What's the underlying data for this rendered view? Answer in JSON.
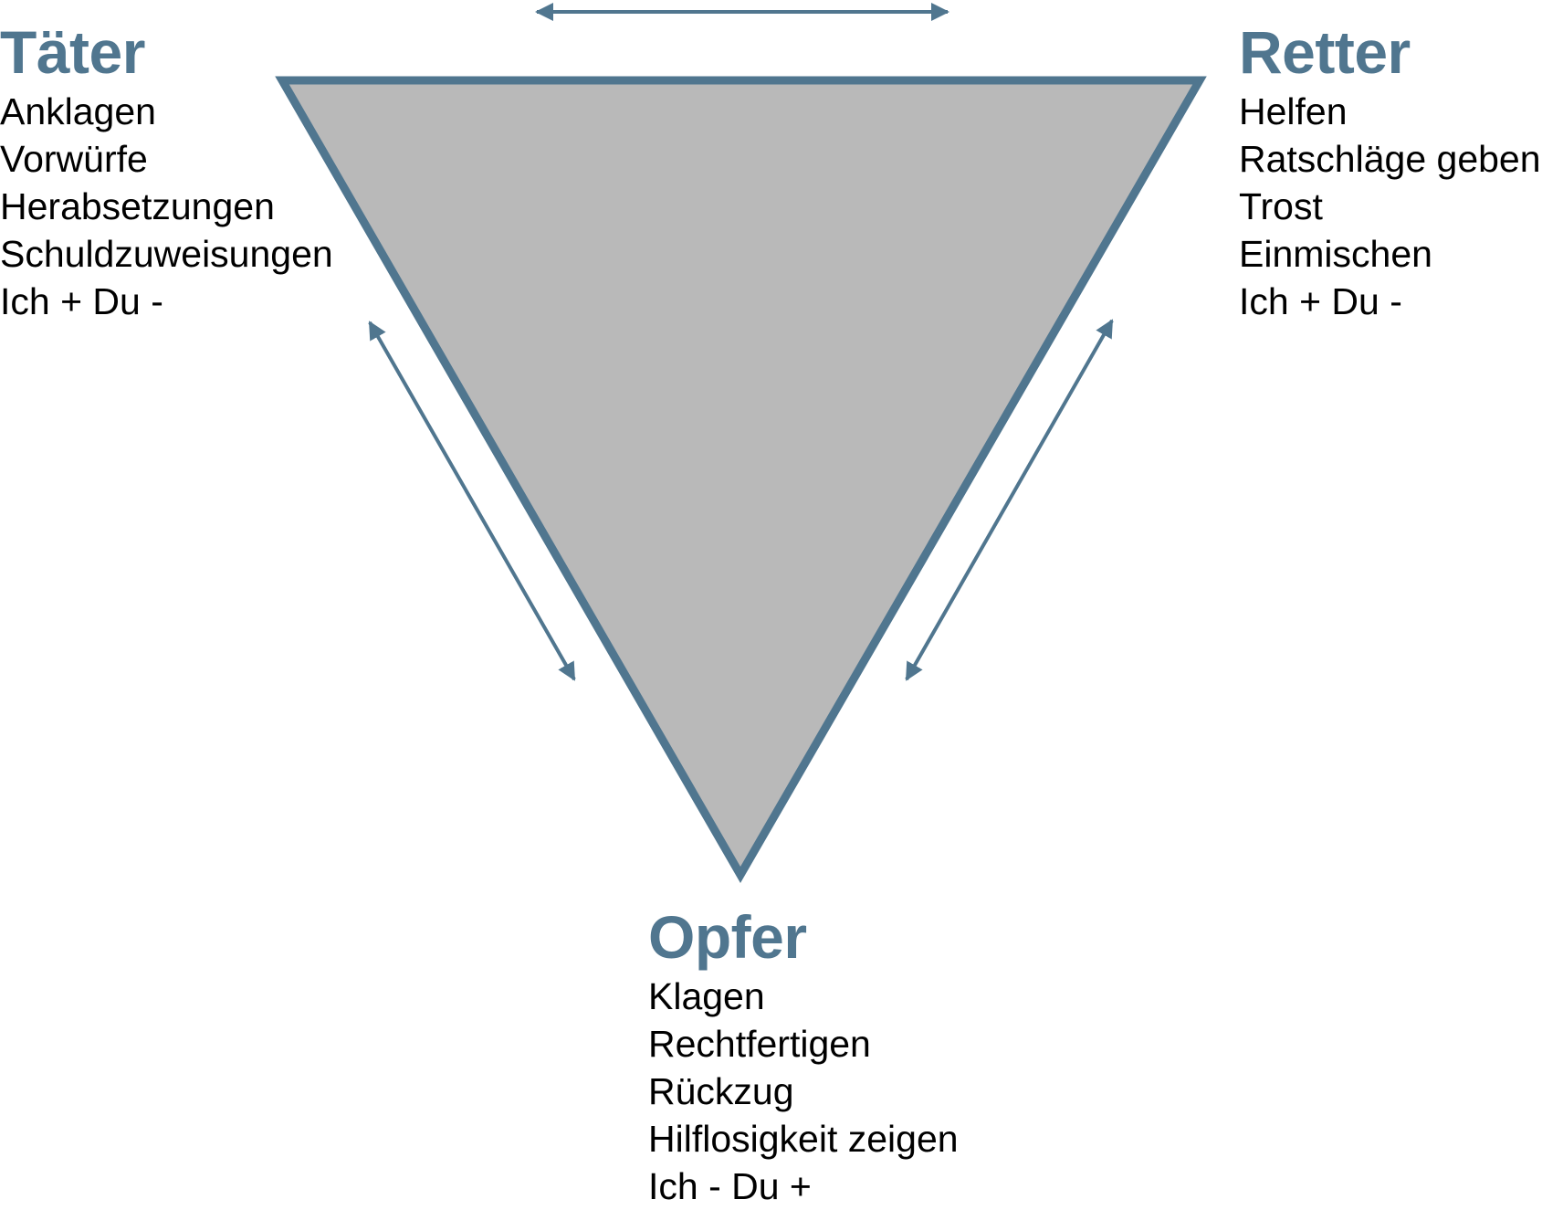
{
  "colors": {
    "accent": "#50768f",
    "triangle_fill": "#b9b9b9",
    "text": "#000000",
    "background": "#ffffff"
  },
  "roles": {
    "taeter": {
      "title": "Täter",
      "items": [
        "Anklagen",
        "Vorwürfe",
        "Herabsetzungen",
        "Schuldzuweisungen",
        "Ich + Du -"
      ]
    },
    "retter": {
      "title": "Retter",
      "items": [
        "Helfen",
        "Ratschläge geben",
        "Trost",
        "Einmischen",
        "Ich + Du -"
      ]
    },
    "opfer": {
      "title": "Opfer",
      "items": [
        "Klagen",
        "Rechtfertigen",
        "Rückzug",
        "Hilflosigkeit zeigen",
        "Ich - Du +"
      ]
    }
  }
}
